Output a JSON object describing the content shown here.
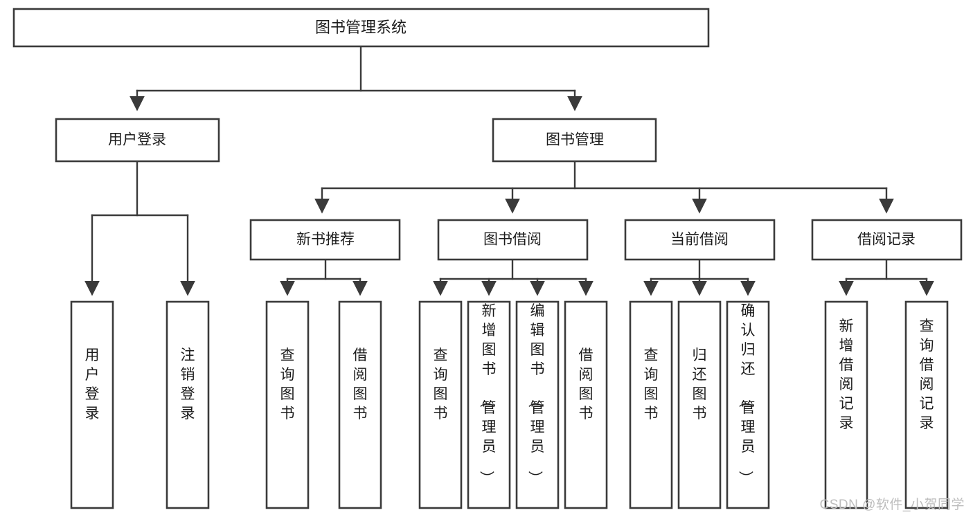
{
  "diagram": {
    "title": "图书管理系统",
    "type": "tree-hierarchy",
    "watermark": "CSDN @软件_小贺同学",
    "colors": {
      "box_fill": "#ffffff",
      "box_stroke": "#3a3a3a",
      "text": "#1c1c1c",
      "background": "#ffffff",
      "watermark": "#bdbdbd"
    },
    "root": {
      "id": "root",
      "label": "图书管理系统",
      "orientation": "horizontal"
    },
    "level2": [
      {
        "id": "user-login",
        "label": "用户登录",
        "orientation": "horizontal"
      },
      {
        "id": "book-manage",
        "label": "图书管理",
        "orientation": "horizontal"
      }
    ],
    "level3": [
      {
        "id": "new-book-recommend",
        "label": "新书推荐",
        "orientation": "horizontal",
        "parent": "book-manage"
      },
      {
        "id": "book-borrow",
        "label": "图书借阅",
        "orientation": "horizontal",
        "parent": "book-manage"
      },
      {
        "id": "current-borrow",
        "label": "当前借阅",
        "orientation": "horizontal",
        "parent": "book-manage"
      },
      {
        "id": "borrow-record",
        "label": "借阅记录",
        "orientation": "horizontal",
        "parent": "book-manage"
      }
    ],
    "leaves": {
      "user-login": [
        {
          "id": "leaf-user-login",
          "label": "用户登录",
          "orientation": "vertical"
        },
        {
          "id": "leaf-user-logout",
          "label": "注销登录",
          "orientation": "vertical"
        }
      ],
      "new-book-recommend": [
        {
          "id": "leaf-query-book-1",
          "label": "查询图书",
          "orientation": "vertical"
        },
        {
          "id": "leaf-borrow-book-1",
          "label": "借阅图书",
          "orientation": "vertical"
        }
      ],
      "book-borrow": [
        {
          "id": "leaf-query-book-2",
          "label": "查询图书",
          "orientation": "vertical"
        },
        {
          "id": "leaf-add-book",
          "label": "新增图书（管理员）",
          "orientation": "vertical"
        },
        {
          "id": "leaf-edit-book",
          "label": "编辑图书（管理员）",
          "orientation": "vertical"
        },
        {
          "id": "leaf-borrow-book-2",
          "label": "借阅图书",
          "orientation": "vertical"
        }
      ],
      "current-borrow": [
        {
          "id": "leaf-query-book-3",
          "label": "查询图书",
          "orientation": "vertical"
        },
        {
          "id": "leaf-return-book",
          "label": "归还图书",
          "orientation": "vertical"
        },
        {
          "id": "leaf-confirm-return",
          "label": "确认归还（管理员）",
          "orientation": "vertical"
        }
      ],
      "borrow-record": [
        {
          "id": "leaf-add-record",
          "label": "新增借阅记录",
          "orientation": "vertical"
        },
        {
          "id": "leaf-query-record",
          "label": "查询借阅记录",
          "orientation": "vertical"
        }
      ]
    }
  }
}
